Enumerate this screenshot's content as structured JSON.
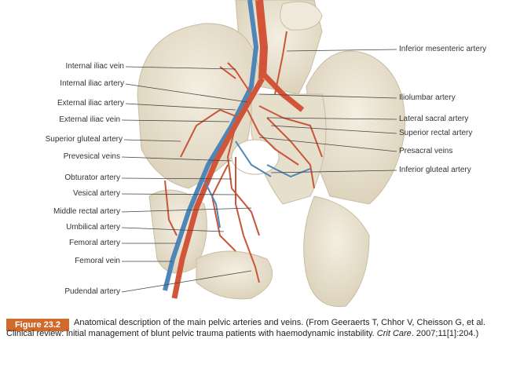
{
  "labels_left": [
    "Internal iliac vein",
    "Internal iliac artery",
    "External iliac artery",
    "External iliac vein",
    "Superior gluteal artery",
    "Prevesical veins",
    "Obturator artery",
    "Vesical artery",
    "Middle rectal artery",
    "Umbilical artery",
    "Femoral artery",
    "Femoral vein",
    "Pudendal artery"
  ],
  "labels_right": [
    "Inferior mesenteric artery",
    "Iliolumbar artery",
    "Lateral sacral artery",
    "Superior rectal artery",
    "Presacral veins",
    "Inferior gluteal artery"
  ],
  "caption": {
    "badge": "Figure 23.2",
    "text_part1": "Anatomical description of the main pelvic arteries and veins. (From Geeraerts T, Chhor V, Cheisson G, et al. Clinical review: initial management of blunt pelvic trauma patients with haemodynamic instability. ",
    "journal": "Crit Care",
    "text_part2": ". 2007;11[1]:204.)"
  },
  "colors": {
    "bone": "#ece6d6",
    "bone_shadow": "#d6ccb4",
    "artery": "#d2553a",
    "vein": "#4f86b8",
    "badge": "#cf6a2c"
  }
}
